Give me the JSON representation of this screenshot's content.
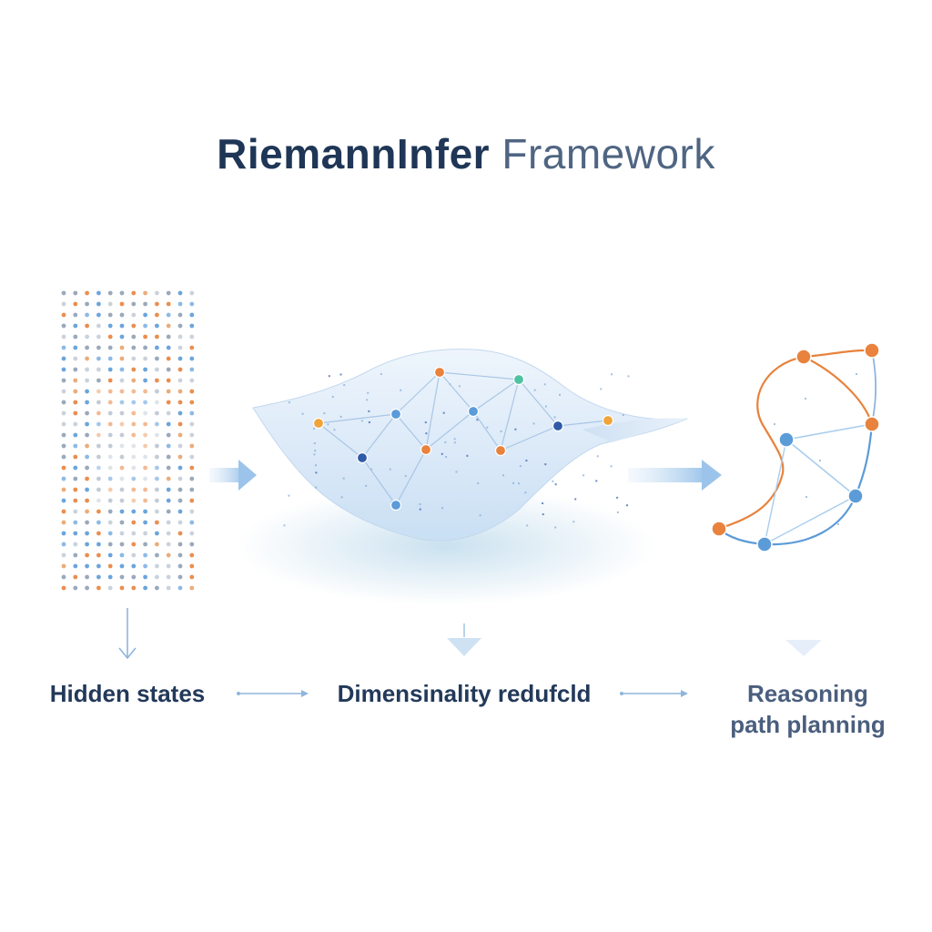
{
  "title": {
    "strong": "RiemannInfer",
    "light": "Framework"
  },
  "stages": [
    {
      "label": "Hidden states"
    },
    {
      "label": "Dimensinality redufcld"
    },
    {
      "label_line1": "Reasoning",
      "label_line2": "path planning"
    }
  ],
  "colors": {
    "title_dark": "#1f3656",
    "title_light": "#4f6582",
    "accent_orange": "#e8823c",
    "accent_blue": "#5b9bd8",
    "accent_dark_blue": "#2f5aa8",
    "accent_teal": "#4fc3a1",
    "accent_yellow": "#f0a43a",
    "arrow_blue": "#a9cdee",
    "manifold": "#dbe9f8"
  }
}
